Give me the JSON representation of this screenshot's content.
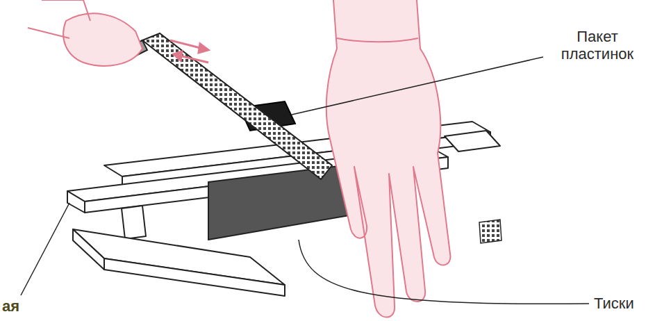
{
  "diagram": {
    "labels": [
      "Пакет пластинок",
      "Тиски",
      "ая"
    ]
  }
}
